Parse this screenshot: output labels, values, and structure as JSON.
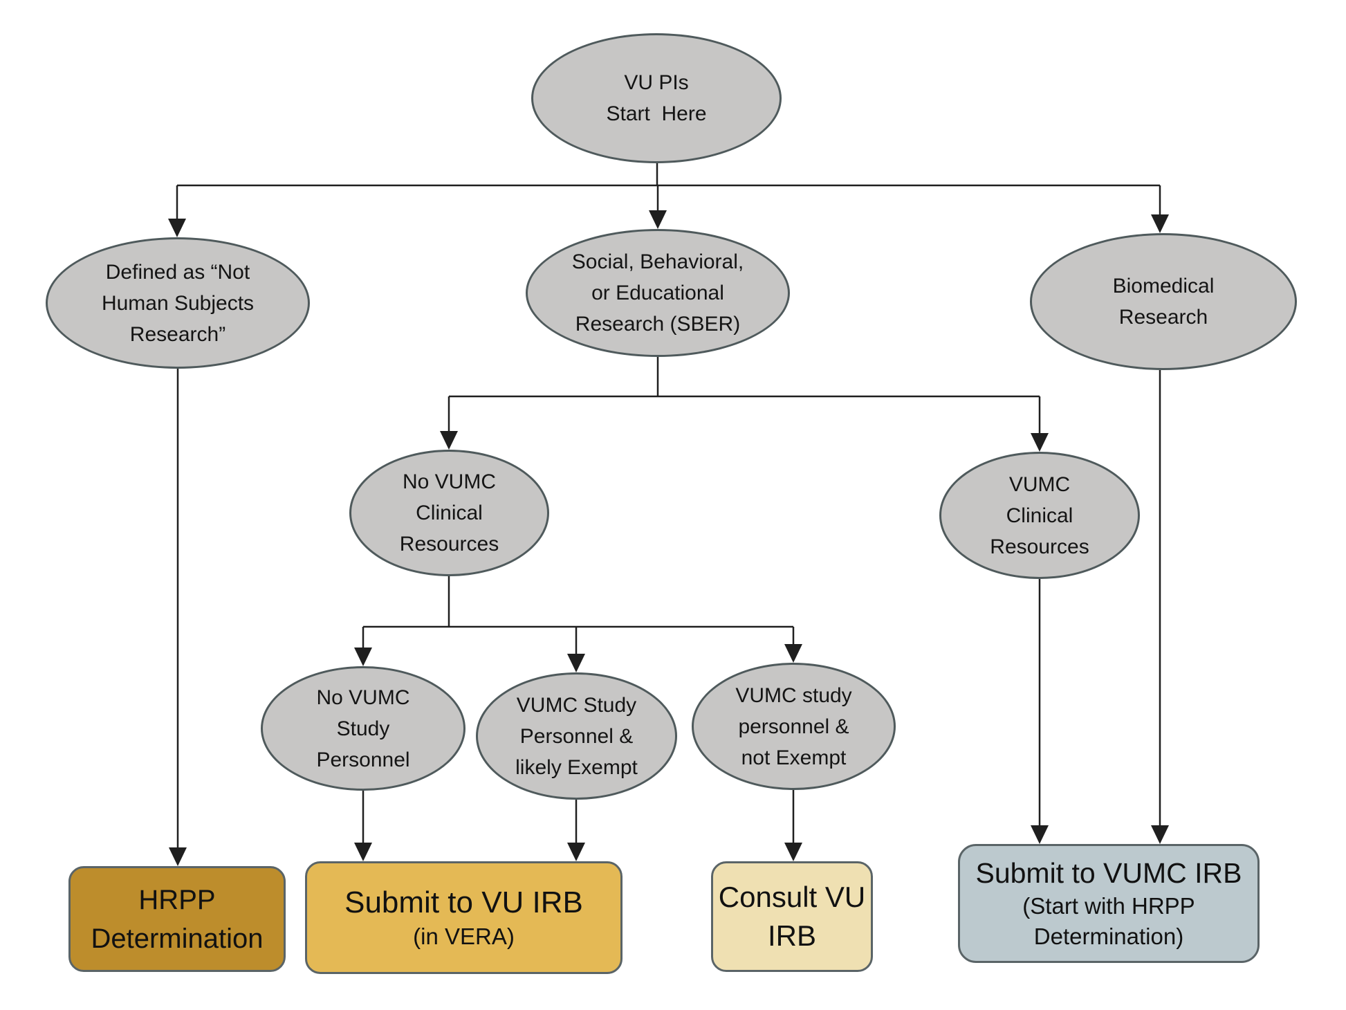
{
  "colors": {
    "background": "#FFFFFF",
    "node_fill": "#C7C6C5",
    "node_border": "#4F5A5C",
    "connector": "#1F1F1F",
    "text": "#141414",
    "outcome_border": "#5A6467",
    "hrpp_fill": "#BD8D2C",
    "vu_irb_fill": "#E4B955",
    "consult_fill": "#EFE0B2",
    "vumc_irb_fill": "#BCC9CE"
  },
  "nodes": {
    "start": [
      "VU PIs",
      "Start  Here"
    ],
    "not_human_subjects": [
      "Defined as “Not",
      "Human Subjects",
      "Research”"
    ],
    "sber": [
      "Social, Behavioral,",
      "or Educational",
      "Research (SBER)"
    ],
    "biomedical": [
      "Biomedical",
      "Research"
    ],
    "no_vumc_clinical": [
      "No VUMC",
      "Clinical",
      "Resources"
    ],
    "vumc_clinical": [
      "VUMC",
      "Clinical",
      "Resources"
    ],
    "no_vumc_personnel": [
      "No VUMC",
      "Study",
      "Personnel"
    ],
    "vumc_personnel_likely_exempt": [
      "VUMC Study",
      "Personnel &",
      "likely Exempt"
    ],
    "vumc_personnel_not_exempt": [
      "VUMC study",
      "personnel &",
      "not Exempt"
    ]
  },
  "outcomes": {
    "hrpp": [
      "HRPP",
      "Determination"
    ],
    "vu_irb_title": "Submit to VU IRB",
    "vu_irb_subtitle": "(in VERA)",
    "consult": [
      "Consult VU",
      "IRB"
    ],
    "vumc_irb_title": "Submit to VUMC IRB",
    "vumc_irb_subtitle": [
      "(Start with HRPP",
      "Determination)"
    ]
  }
}
